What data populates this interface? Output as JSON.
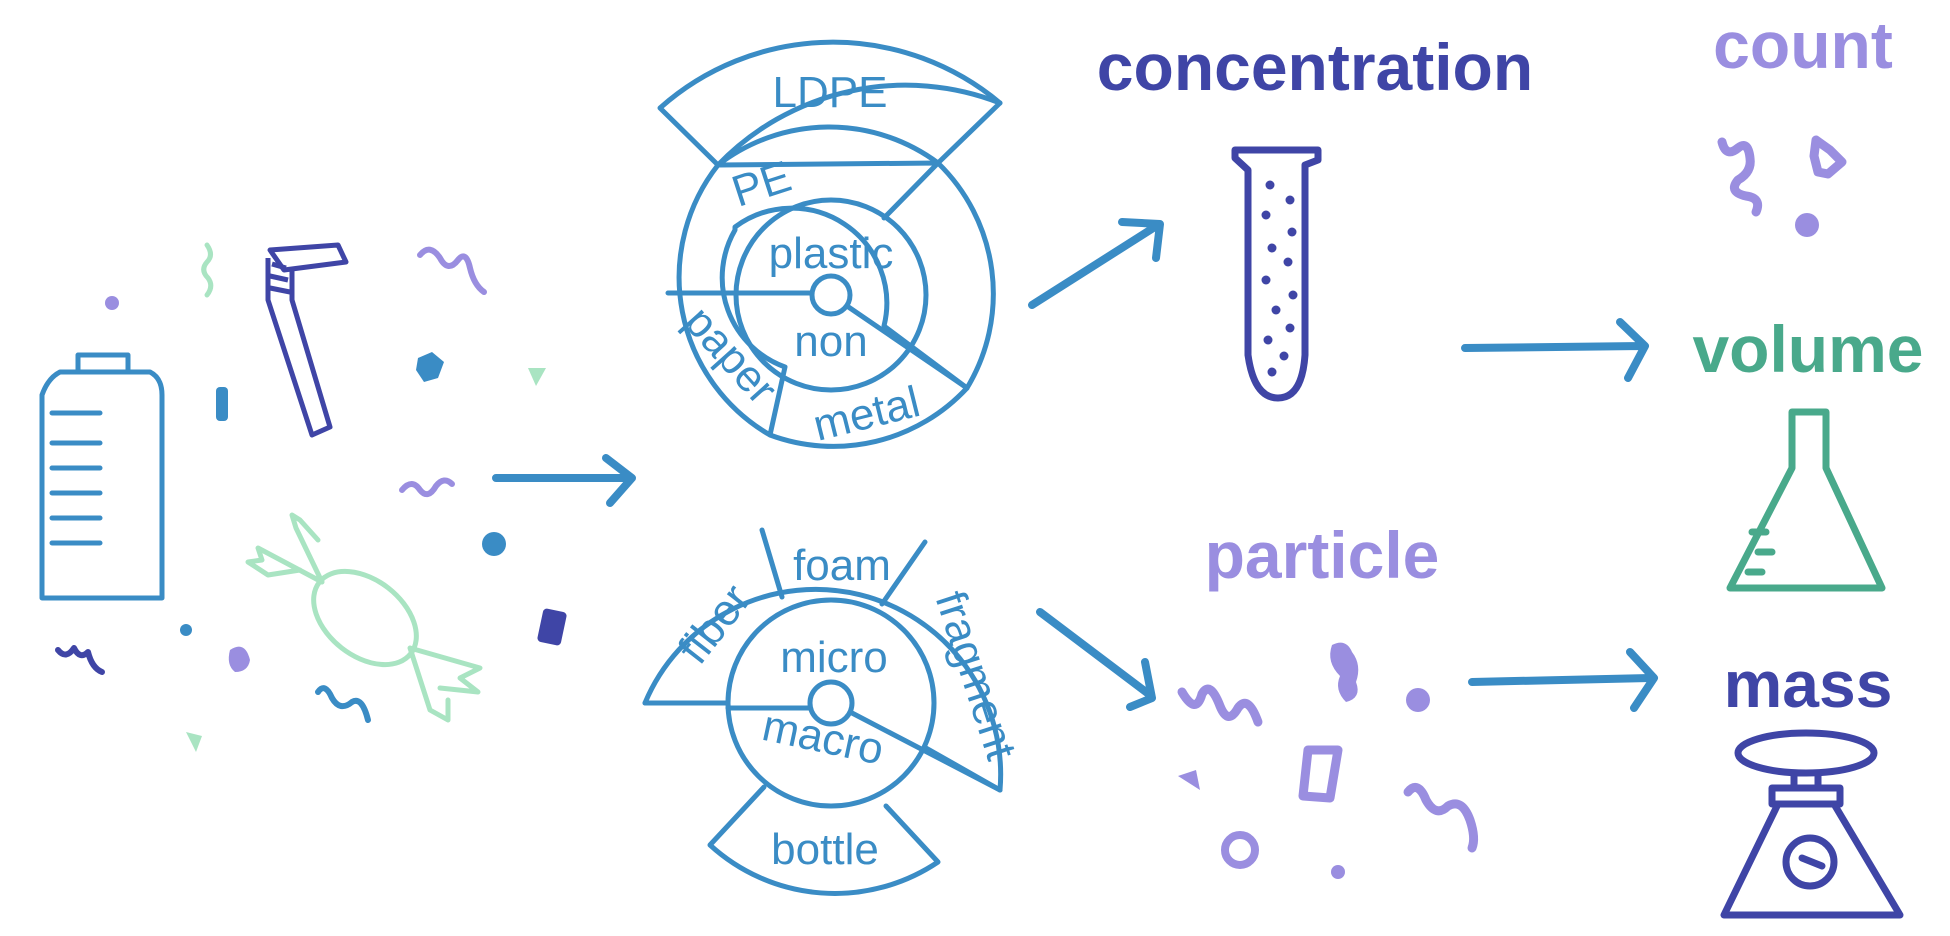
{
  "colors": {
    "blue": "#3a8cc5",
    "navy": "#3f45a6",
    "lavender": "#9a8ee0",
    "green": "#49a98b",
    "mint": "#a9e4c2"
  },
  "icons": [
    "bottle-icon",
    "straw-icon",
    "candy-wrapper-icon",
    "test-tube-icon",
    "flask-icon",
    "scale-icon",
    "debris-particle-icon"
  ],
  "top_wheel": {
    "outer": "LDPE",
    "middle": "PE",
    "center_top": "plastic",
    "center_bottom": "non",
    "left": "paper",
    "right": "metal"
  },
  "bottom_wheel": {
    "left": "fiber",
    "top": "foam",
    "right": "fragment",
    "center_top": "micro",
    "center_bottom": "macro",
    "outer": "bottle"
  },
  "labels": {
    "concentration": "concentration",
    "particle": "particle",
    "count": "count",
    "volume": "volume",
    "mass": "mass"
  }
}
